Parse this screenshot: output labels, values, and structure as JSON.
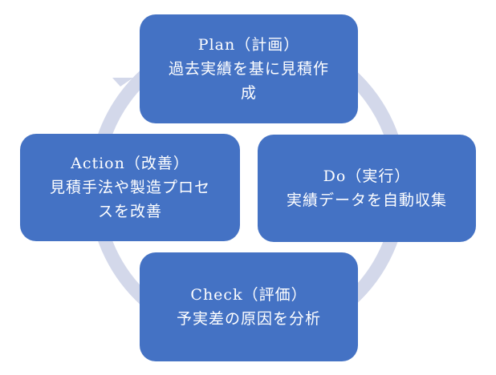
{
  "colors": {
    "box_fill": "#4472c4",
    "ring": "#d3d8ea",
    "text": "#ffffff"
  },
  "diagram": {
    "plan": {
      "lines": [
        "Plan（計画）",
        "過去実績を基に見積作",
        "成"
      ]
    },
    "do": {
      "lines": [
        "Do（実行）",
        "実績データを自動収集"
      ]
    },
    "check": {
      "lines": [
        "Check（評価）",
        "予実差の原因を分析"
      ]
    },
    "action": {
      "lines": [
        "Action（改善）",
        "見積手法や製造プロセ",
        "スを改善"
      ]
    }
  }
}
